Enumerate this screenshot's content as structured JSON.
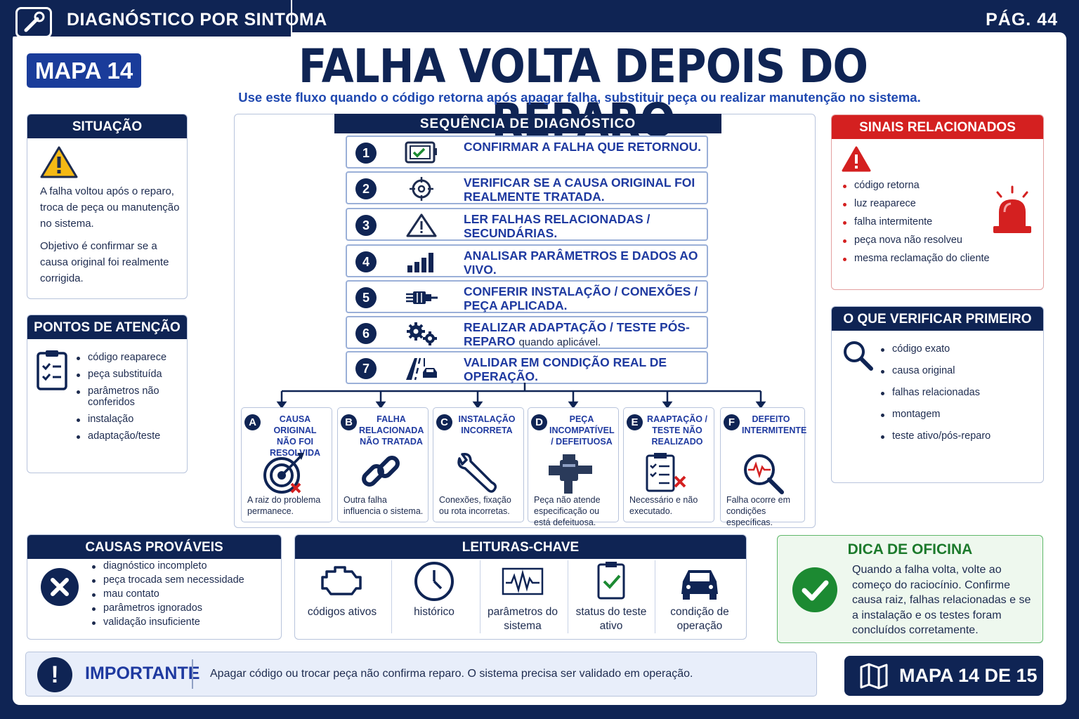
{
  "header": {
    "section": "DIAGNÓSTICO POR SINTOMA",
    "page": "PÁG. 44"
  },
  "map_badge": "MAPA 14",
  "title": "FALHA VOLTA DEPOIS DO REPARO",
  "subtitle": "Use este fluxo quando o código retorna após apagar falha, substituir peça ou realizar manutenção no sistema.",
  "situacao": {
    "title": "SITUAÇÃO",
    "icon": "warning-icon",
    "text1": "A falha voltou após o reparo, troca de peça ou manutenção no sistema.",
    "text2": "Objetivo é confirmar se a causa original foi realmente corrigida."
  },
  "pontos": {
    "title": "PONTOS DE ATENÇÃO",
    "icon": "clipboard-icon",
    "items": [
      "código reaparece",
      "peça substituída",
      "parâmetros não conferidos",
      "instalação",
      "adaptação/teste"
    ]
  },
  "sequencia": {
    "title": "SEQUÊNCIA DE DIAGNÓSTICO",
    "steps": [
      {
        "num": "1",
        "icon": "monitor-check-icon",
        "text": "CONFIRMAR A FALHA QUE RETORNOU.",
        "note": ""
      },
      {
        "num": "2",
        "icon": "target-crosshair-icon",
        "text": "VERIFICAR SE A CAUSA ORIGINAL FOI REALMENTE TRATADA.",
        "note": ""
      },
      {
        "num": "3",
        "icon": "warning-icon",
        "text": "LER FALHAS RELACIONADAS / SECUNDÁRIAS.",
        "note": ""
      },
      {
        "num": "4",
        "icon": "bar-chart-icon",
        "text": "ANALISAR PARÂMETROS E DADOS AO VIVO.",
        "note": ""
      },
      {
        "num": "5",
        "icon": "connector-plug-icon",
        "text": "CONFERIR INSTALAÇÃO / CONEXÕES / PEÇA APLICADA.",
        "note": ""
      },
      {
        "num": "6",
        "icon": "gears-icon",
        "text": "REALIZAR ADAPTAÇÃO / TESTE PÓS-REPARO",
        "note": "quando aplicável."
      },
      {
        "num": "7",
        "icon": "road-car-icon",
        "text": "VALIDAR EM CONDIÇÃO REAL DE OPERAÇÃO.",
        "note": ""
      }
    ]
  },
  "causas_ramos": [
    {
      "letter": "A",
      "title": "CAUSA ORIGINAL NÃO FOI RESOLVIDA",
      "icon": "target-miss-icon",
      "desc": "A raiz do problema permanece."
    },
    {
      "letter": "B",
      "title": "FALHA RELACIONADA NÃO TRATADA",
      "icon": "chain-link-icon",
      "desc": "Outra falha influencia o sistema."
    },
    {
      "letter": "C",
      "title": "INSTALAÇÃO INCORRETA",
      "icon": "wrench-icon",
      "desc": "Conexões, fixação ou rota incorretas."
    },
    {
      "letter": "D",
      "title": "PEÇA INCOMPATÍVEL / DEFEITUOSA",
      "icon": "sensor-part-icon",
      "desc": "Peça não atende especificação ou está defeituosa."
    },
    {
      "letter": "E",
      "title": "RAAPTAÇÃO / TESTE NÃO REALIZADO",
      "icon": "checklist-x-icon",
      "desc": "Necessário e não executado."
    },
    {
      "letter": "F",
      "title": "DEFEITO INTERMITENTE",
      "icon": "magnifier-wave-icon",
      "desc": "Falha ocorre em condições específicas."
    }
  ],
  "sinais": {
    "title": "SINAIS RELACIONADOS",
    "icon": "warning-red-icon",
    "side_icon": "siren-icon",
    "items": [
      "código retorna",
      "luz reaparece",
      "falha intermitente",
      "peça nova não resolveu",
      "mesma reclamação do cliente"
    ]
  },
  "verificar": {
    "title": "O QUE VERIFICAR PRIMEIRO",
    "icon": "magnifier-icon",
    "items": [
      "código exato",
      "causa original",
      "falhas relacionadas",
      "montagem",
      "teste ativo/pós-reparo"
    ]
  },
  "causas": {
    "title": "CAUSAS PROVÁVEIS",
    "icon": "x-circle-icon",
    "items": [
      "diagnóstico incompleto",
      "peça trocada sem necessidade",
      "mau contato",
      "parâmetros ignorados",
      "validação insuficiente"
    ]
  },
  "leituras": {
    "title": "LEITURAS-CHAVE",
    "items": [
      {
        "icon": "engine-icon",
        "label": "códigos ativos"
      },
      {
        "icon": "clock-icon",
        "label": "histórico"
      },
      {
        "icon": "waveform-icon",
        "label": "parâmetros do sistema"
      },
      {
        "icon": "clipboard-check-icon",
        "label": "status do teste ativo"
      },
      {
        "icon": "car-icon",
        "label": "condição de operação"
      }
    ]
  },
  "dica": {
    "title": "DICA DE OFICINA",
    "icon": "check-circle-icon",
    "text": "Quando a falha volta, volte ao começo do raciocínio. Confirme causa raiz, falhas relacionadas e se a instalação e os testes foram concluídos corretamente."
  },
  "importante": {
    "icon": "exclamation-icon",
    "label": "IMPORTANTE",
    "text": "Apagar  código ou trocar peça não confirma reparo. O sistema precisa ser validado em operação."
  },
  "map_footer": {
    "icon": "map-icon",
    "text": "MAPA 14 DE 15"
  },
  "colors": {
    "navy": "#0f2454",
    "blue": "#1f3aa0",
    "red": "#d42020",
    "green": "#1c8a32"
  }
}
